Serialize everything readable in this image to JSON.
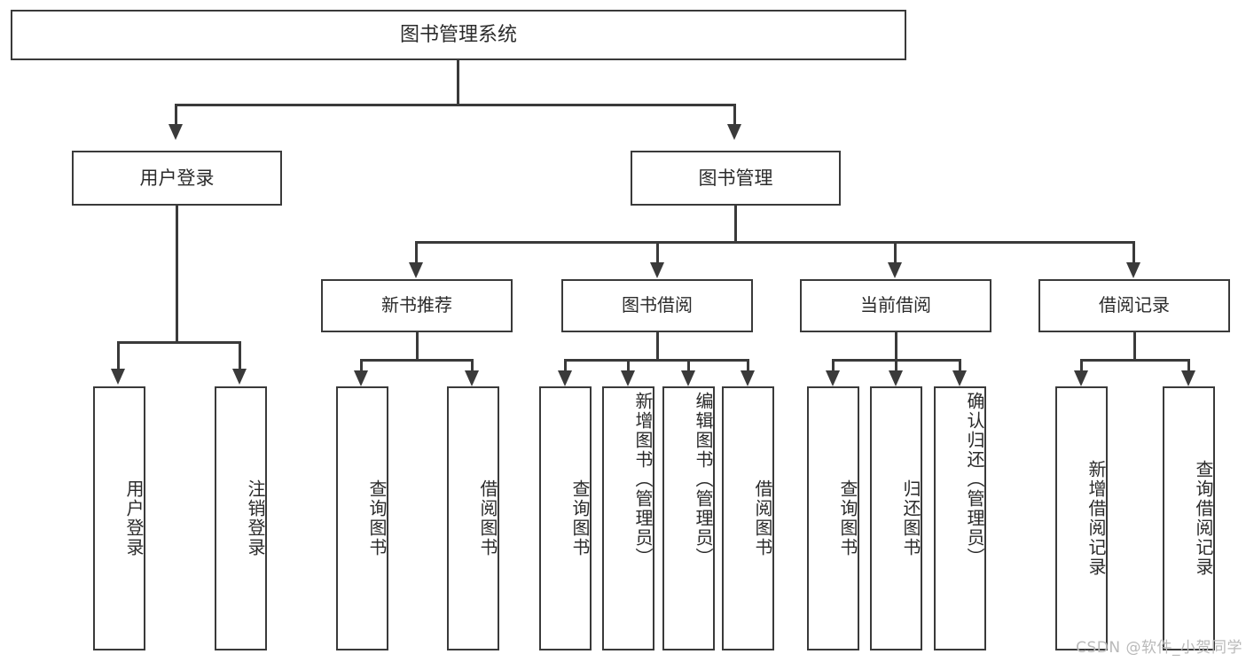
{
  "diagram": {
    "type": "tree",
    "title": "图书管理系统",
    "root": {
      "label": "图书管理系统"
    },
    "level2": [
      {
        "label": "用户登录"
      },
      {
        "label": "图书管理"
      }
    ],
    "level3": [
      {
        "label": "新书推荐"
      },
      {
        "label": "图书借阅"
      },
      {
        "label": "当前借阅"
      },
      {
        "label": "借阅记录"
      }
    ],
    "leaves": {
      "user_login": [
        {
          "label": "用户登录"
        },
        {
          "label": "注销登录"
        }
      ],
      "new_book_recommend": [
        {
          "label": "查询图书"
        },
        {
          "label": "借阅图书"
        }
      ],
      "book_borrow": [
        {
          "label": "查询图书"
        },
        {
          "label": "新增图书（管理员）"
        },
        {
          "label": "编辑图书（管理员）"
        },
        {
          "label": "借阅图书"
        }
      ],
      "current_borrow": [
        {
          "label": "查询图书"
        },
        {
          "label": "归还图书"
        },
        {
          "label": "确认归还（管理员）"
        }
      ],
      "borrow_record": [
        {
          "label": "新增借阅记录"
        },
        {
          "label": "查询借阅记录"
        }
      ]
    }
  },
  "watermark": {
    "text": "CSDN @软件_小贺同学"
  },
  "colors": {
    "stroke": "#3a3a3a",
    "text": "#2b2b2b",
    "background": "#ffffff",
    "watermark": "#b9b9b9"
  }
}
